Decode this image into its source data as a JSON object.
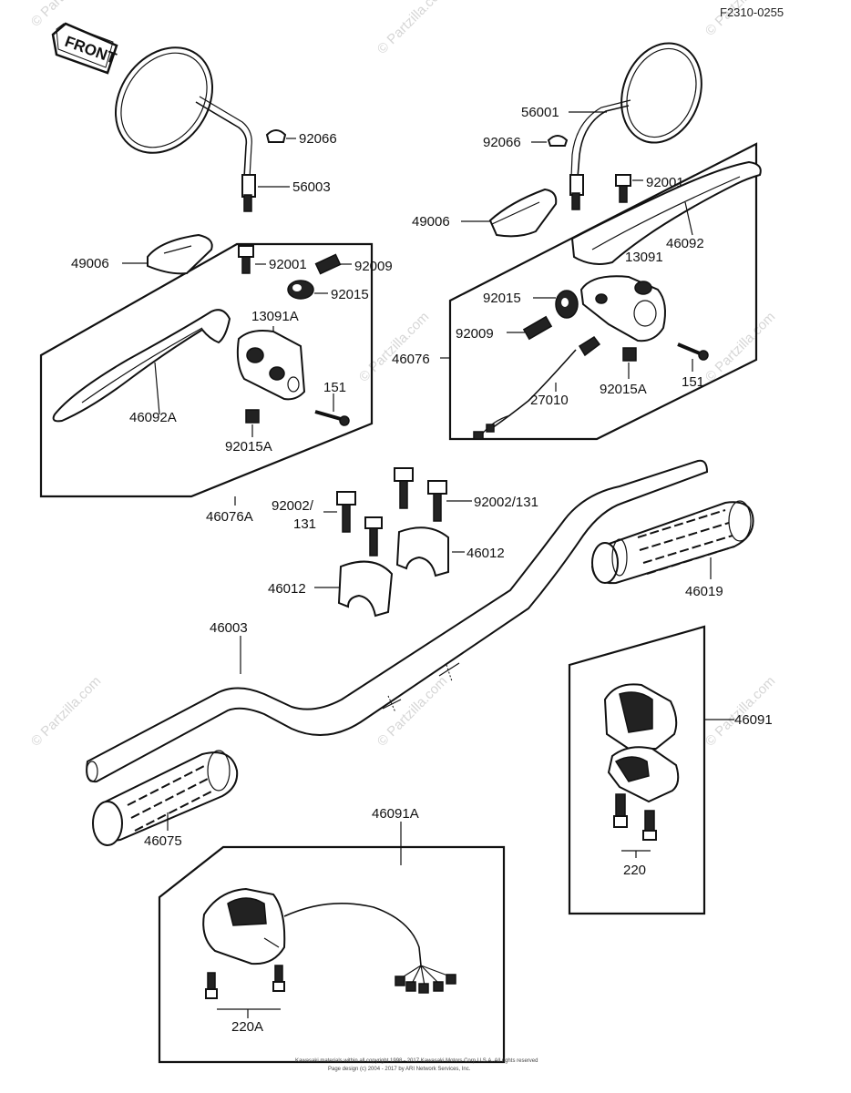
{
  "diagram": {
    "figure_code": "F2310-0255",
    "front_label": "FRONT",
    "watermark": "© Partzilla.com",
    "copyright_line1": "Kawasaki materials within all copyright 1998 - 2017 Kawasaki Motors Corp U.S.A. All rights reserved",
    "copyright_line2": "Page design (c) 2004 - 2017 by ARI Network Services, Inc."
  },
  "parts": {
    "p92066_left": "92066",
    "p56003": "56003",
    "p56001": "56001",
    "p92066_right": "92066",
    "p49006_right": "49006",
    "p92001_right": "92001",
    "p46092": "46092",
    "p13091": "13091",
    "p49006_left": "49006",
    "p92001_left": "92001",
    "p92009_left": "92009",
    "p92015_left": "92015",
    "p13091A": "13091A",
    "p46092A": "46092A",
    "p151_left": "151",
    "p92015A_left": "92015A",
    "p46076A": "46076A",
    "p92015_right": "92015",
    "p92009_right": "92009",
    "p46076": "46076",
    "p92015A_right": "92015A",
    "p151_right": "151",
    "p27010": "27010",
    "p92002_131_left_a": "92002/",
    "p92002_131_left_b": "131",
    "p92002_131_right": "92002/131",
    "p46012_right": "46012",
    "p46012_left": "46012",
    "p46019": "46019",
    "p46003": "46003",
    "p46091": "46091",
    "p46075": "46075",
    "p46091A": "46091A",
    "p220": "220",
    "p220A": "220A"
  }
}
